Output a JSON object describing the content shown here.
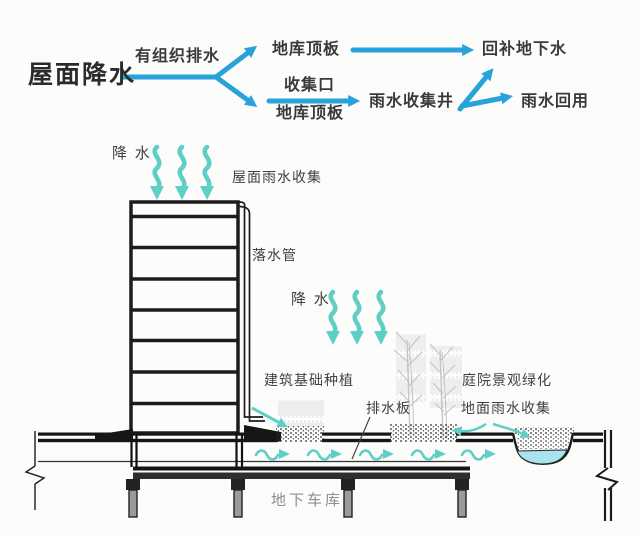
{
  "flowchart": {
    "source": "屋面降水",
    "organized_drainage": "有组织排水",
    "top_branch": {
      "node": "地库顶板",
      "result": "回补地下水"
    },
    "bottom_branch": {
      "inlet": "收集口",
      "slab": "地库顶板",
      "well": "雨水收集井",
      "result": "雨水回用"
    }
  },
  "section": {
    "rain_label_1": "降 水",
    "roof_collection": "屋面雨水收集",
    "downpipe": "落水管",
    "rain_label_2": "降 水",
    "foundation_planting": "建筑基础种植",
    "courtyard_greening": "庭院景观绿化",
    "drain_board": "排水板",
    "ground_collection": "地面雨水收集",
    "underground_garage": "地下车库"
  },
  "colors": {
    "flow_arrow_blue": "#27a2da",
    "water_arrow_teal": "#5ecfc5",
    "basin_water": "#a9e4ee",
    "drawing_line": "#1c1c1c",
    "label_dark": "#3a3a3a",
    "label_gray": "#8f8f8f",
    "tree_gray": "#c2c2c2"
  }
}
